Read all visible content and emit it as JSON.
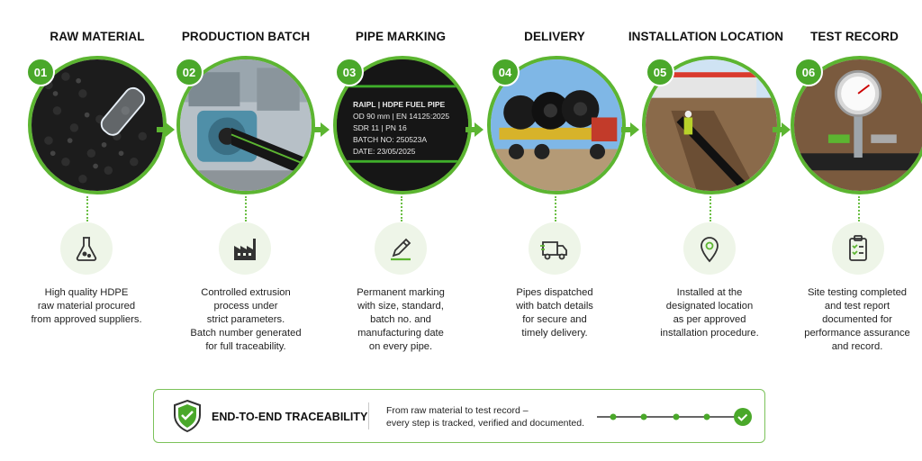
{
  "steps": [
    {
      "number": "01",
      "title": "RAW MATERIAL",
      "icon": "flask-icon",
      "desc": [
        "High quality HDPE",
        "raw material procured",
        "from approved suppliers."
      ]
    },
    {
      "number": "02",
      "title": "PRODUCTION BATCH",
      "icon": "factory-icon",
      "desc": [
        "Controlled extrusion",
        "process under",
        "strict parameters.",
        "Batch number generated",
        "for full traceability."
      ]
    },
    {
      "number": "03",
      "title": "PIPE MARKING",
      "icon": "pen-icon",
      "desc": [
        "Permanent marking",
        "with size, standard,",
        "batch no. and",
        "manufacturing date",
        "on every pipe."
      ],
      "marking": {
        "line1": "RAIPL  |  HDPE FUEL PIPE",
        "line2": "OD 90 mm  |  EN 14125:2025",
        "line3": "SDR 11  |  PN 16",
        "line4": "BATCH NO: 250523A",
        "line5": "DATE: 23/05/2025"
      }
    },
    {
      "number": "04",
      "title": "DELIVERY",
      "icon": "truck-icon",
      "desc": [
        "Pipes dispatched",
        "with batch details",
        "for secure and",
        "timely delivery."
      ]
    },
    {
      "number": "05",
      "title": "INSTALLATION LOCATION",
      "icon": "location-pin-icon",
      "desc": [
        "Installed at the",
        "designated location",
        "as per approved",
        "installation procedure."
      ]
    },
    {
      "number": "06",
      "title": "TEST RECORD",
      "icon": "clipboard-checklist-icon",
      "desc": [
        "Site testing completed",
        "and test report",
        "documented for",
        "performance assurance",
        "and record."
      ]
    }
  ],
  "traceability": {
    "title": "END-TO-END TRACEABILITY",
    "text_line1": "From raw material to test record –",
    "text_line2": "every step is tracked, verified and documented.",
    "icon": "shield-check-icon"
  },
  "colors": {
    "accent": "#5cb531",
    "dark_accent": "#4aa82a",
    "icon_bg": "#eef5e8"
  }
}
